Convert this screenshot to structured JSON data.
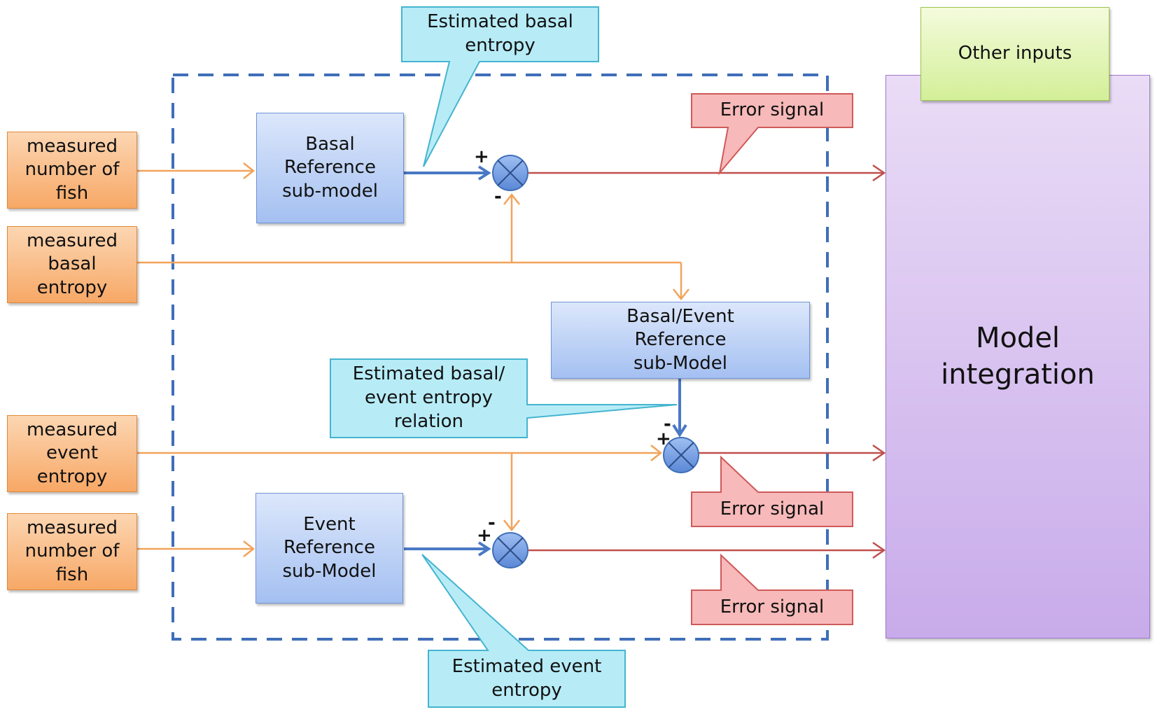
{
  "inputs": {
    "fish_top": {
      "lines": [
        "measured",
        "number of",
        "fish"
      ]
    },
    "basal_entropy": {
      "lines": [
        "measured",
        "basal",
        "entropy"
      ]
    },
    "event_entropy": {
      "lines": [
        "measured",
        "event",
        "entropy"
      ]
    },
    "fish_bottom": {
      "lines": [
        "measured",
        "number of",
        "fish"
      ]
    }
  },
  "submodels": {
    "basal": {
      "lines": [
        "Basal",
        "Reference",
        "sub-model"
      ]
    },
    "basal_event": {
      "lines": [
        "Basal/Event",
        "Reference",
        "sub-Model"
      ]
    },
    "event": {
      "lines": [
        "Event",
        "Reference",
        "sub-Model"
      ]
    }
  },
  "model_integration": {
    "lines": [
      "Model",
      "integration"
    ]
  },
  "other_inputs": {
    "label": "Other inputs"
  },
  "callouts": {
    "estimated_basal": {
      "lines": [
        "Estimated basal",
        "entropy"
      ]
    },
    "estimated_relation": {
      "lines": [
        "Estimated basal/",
        "event entropy",
        "relation"
      ]
    },
    "estimated_event": {
      "lines": [
        "Estimated event",
        "entropy"
      ]
    },
    "error_top": {
      "label": "Error signal"
    },
    "error_mid": {
      "label": "Error signal"
    },
    "error_bottom": {
      "label": "Error signal"
    }
  },
  "signs": {
    "plus": "+",
    "minus": "-"
  },
  "colors": {
    "input_arrow": "#f2a35a",
    "submodel_arrow": "#4a78c4",
    "error_arrow": "#c0504d",
    "other_arrow": "#8ab84a",
    "dashed_border": "#3f6fb8",
    "callout_fill": "#b7ecf7",
    "callout_stroke": "#45b4d0",
    "error_fill": "#f7b9b9",
    "error_stroke": "#cf5a5a"
  }
}
